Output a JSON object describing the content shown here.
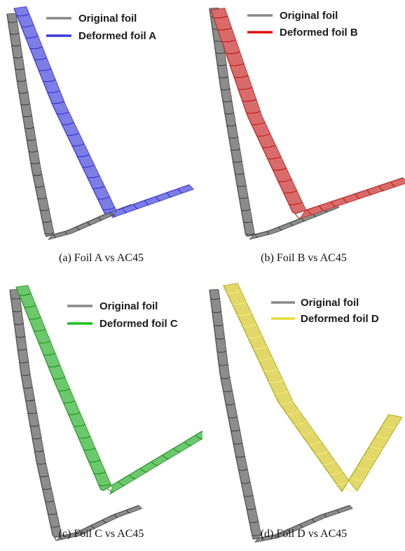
{
  "panels": [
    {
      "id": "a",
      "caption": "(a)  Foil A vs AC45",
      "legend": {
        "original": "Original foil",
        "deformed": "Deformed foil A"
      },
      "colors": {
        "fill": "#7d7de6",
        "dark": "#4a4ad0",
        "line": "#3a3ad8",
        "rib": "#2a2ad0"
      }
    },
    {
      "id": "b",
      "caption": "(b)  Foil B vs AC45",
      "legend": {
        "original": "Original foil",
        "deformed": "Deformed foil B"
      },
      "colors": {
        "fill": "#d96b6b",
        "dark": "#b83a3a",
        "line": "#e01010",
        "rib": "#c01010"
      }
    },
    {
      "id": "c",
      "caption": "(c)  Foil C vs AC45",
      "legend": {
        "original": "Original foil",
        "deformed": "Deformed foil C"
      },
      "colors": {
        "fill": "#6cc86c",
        "dark": "#3e9e3e",
        "line": "#18c018",
        "rib": "#109010"
      }
    },
    {
      "id": "d",
      "caption": "(d)  Foil D vs AC45",
      "legend": {
        "original": "Original foil",
        "deformed": "Deformed foil D"
      },
      "colors": {
        "fill": "#e2d86a",
        "dark": "#b8ae2a",
        "line": "#e6dc3a",
        "rib": "#f4ee7a"
      }
    }
  ],
  "original_colors": {
    "fill": "#8c8c8c",
    "dark": "#5a5a5a",
    "line": "#888888",
    "rib": "#3a3a3a"
  }
}
